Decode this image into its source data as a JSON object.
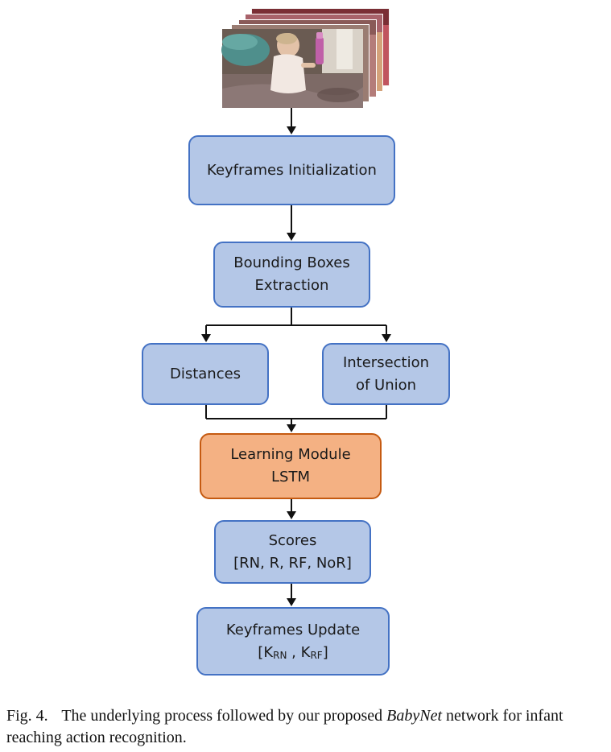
{
  "nodes": {
    "keyframes_init": "Keyframes Initialization",
    "bounding_line1": "Bounding Boxes",
    "bounding_line2": "Extraction",
    "distances": "Distances",
    "iou_line1": "Intersection",
    "iou_line2": "of Union",
    "learning_line1": "Learning Module",
    "learning_line2": "LSTM",
    "scores_line1": "Scores",
    "scores_line2": "[RN, R, RF, NoR]",
    "update_line1": "Keyframes Update",
    "update_k1": "K",
    "update_k1_sub": "RN",
    "update_k2": "K",
    "update_k2_sub": "RF"
  },
  "caption": {
    "label": "Fig. 4.",
    "text_before": "The underlying process followed by our proposed",
    "name": "BabyNet",
    "text_after": "network for infant reaching action recognition."
  },
  "colors": {
    "process_fill": "#b4c7e7",
    "process_border": "#4472c4",
    "module_fill": "#f4b183",
    "module_border": "#c55a11"
  }
}
